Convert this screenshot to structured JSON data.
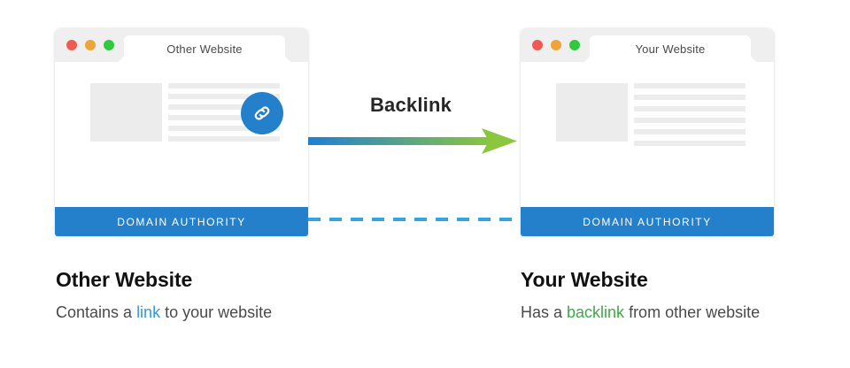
{
  "left_panel": {
    "browser": {
      "tab_label": "Other Website",
      "traffic_lights": [
        "red-dot",
        "yellow-dot",
        "green-dot"
      ],
      "badge_icon": "link-icon",
      "footer_bar_label": "DOMAIN AUTHORITY",
      "footer_bar_color": "#2480cb",
      "content_lines": 6,
      "thumbnail": "image-placeholder"
    },
    "caption_title": "Other Website",
    "caption_prefix": "Contains a ",
    "caption_highlight": "link",
    "caption_suffix": " to your website",
    "highlight_color": "#3498db"
  },
  "right_panel": {
    "browser": {
      "tab_label": "Your Website",
      "traffic_lights": [
        "red-dot",
        "yellow-dot",
        "green-dot"
      ],
      "footer_bar_label": "DOMAIN AUTHORITY",
      "footer_bar_color": "#2480cb",
      "content_lines": 6,
      "thumbnail": "image-placeholder"
    },
    "caption_title": "Your Website",
    "caption_prefix": "Has a ",
    "caption_highlight": "backlink",
    "caption_suffix": " from other website",
    "highlight_color": "#3fa84a"
  },
  "connector": {
    "arrow_label": "Backlink",
    "arrow_gradient_start": "#1f7fd4",
    "arrow_gradient_end": "#8cc63e",
    "dashed_line_color": "#33a6dd",
    "dashed_line_style": "dashed"
  }
}
